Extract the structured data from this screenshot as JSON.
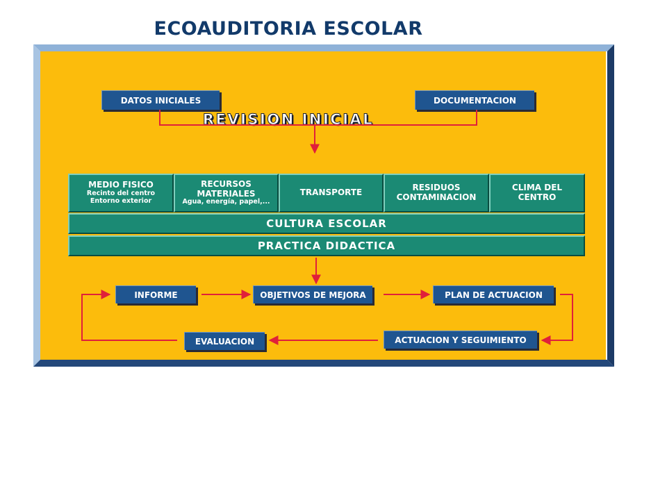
{
  "diagram": {
    "title": "ECOAUDITORIA ESCOLAR",
    "inputs": {
      "datos_iniciales": "DATOS INICIALES",
      "documentacion": "DOCUMENTACION"
    },
    "revision_title": "REVISION INICIAL",
    "areas": [
      {
        "title": "MEDIO FISICO",
        "lines": [
          "Recinto del centro",
          "Entorno exterior"
        ]
      },
      {
        "title_lines": [
          "RECURSOS",
          "MATERIALES"
        ],
        "lines": [
          "Agua, energía, papel,..."
        ]
      },
      {
        "title": "TRANSPORTE"
      },
      {
        "title_lines": [
          "RESIDUOS",
          "CONTAMINACION"
        ]
      },
      {
        "title_lines": [
          "CLIMA DEL",
          "CENTRO"
        ]
      }
    ],
    "cultura_escolar": "CULTURA ESCOLAR",
    "practica_didactica": "PRACTICA DIDACTICA",
    "cycle": {
      "informe": "INFORME",
      "objetivos": "OBJETIVOS DE MEJORA",
      "plan": "PLAN DE ACTUACION",
      "actuacion": "ACTUACION Y SEGUIMIENTO",
      "evaluacion": "EVALUACION"
    },
    "colors": {
      "background": "#fcbc0c",
      "navy_box": "#1f5590",
      "teal_box": "#1b8a74",
      "arrow": "#e0203a",
      "title": "#123a6a"
    }
  }
}
